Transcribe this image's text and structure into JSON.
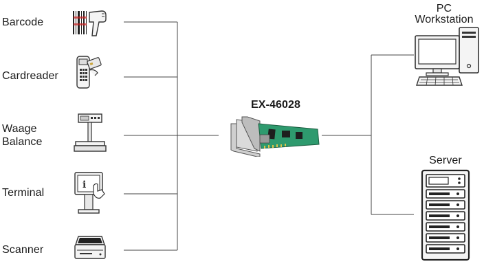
{
  "devices": {
    "barcode": {
      "label": "Barcode",
      "icon": "barcode-scanner-icon"
    },
    "cardreader": {
      "label": "Cardreader",
      "icon": "card-reader-icon"
    },
    "scale": {
      "label_line1": "Waage",
      "label_line2": "Balance",
      "icon": "scale-icon"
    },
    "terminal": {
      "label": "Terminal",
      "icon": "touch-terminal-icon"
    },
    "scanner": {
      "label": "Scanner",
      "icon": "flatbed-scanner-icon"
    }
  },
  "card": {
    "label": "EX-46028",
    "icon": "serial-card-icon",
    "color": "#2e9a6e"
  },
  "pc": {
    "label_line1": "PC",
    "label_line2": "Workstation",
    "icon": "pc-workstation-icon"
  },
  "server": {
    "label": "Server",
    "icon": "server-rack-icon"
  },
  "line_color": "#444444"
}
